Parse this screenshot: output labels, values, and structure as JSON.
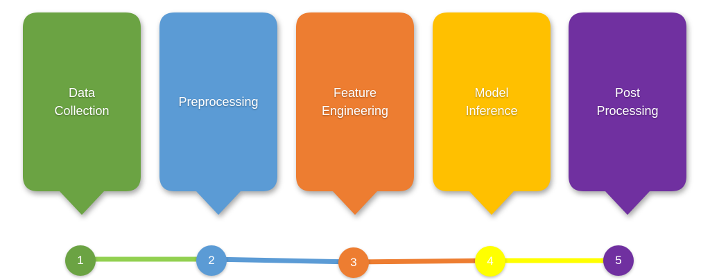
{
  "steps": [
    {
      "label": "Data\nCollection",
      "number": "1",
      "color": "#6ba343"
    },
    {
      "label": "Preprocessing",
      "number": "2",
      "color": "#5b9bd5"
    },
    {
      "label": "Feature\nEngineering",
      "number": "3",
      "color": "#ed7d31"
    },
    {
      "label": "Model\nInference",
      "number": "4",
      "color": "#ffc000"
    },
    {
      "label": "Post\nProcessing",
      "number": "5",
      "color": "#7030a0"
    }
  ],
  "node_colors": [
    "#6ba343",
    "#5b9bd5",
    "#ed7d31",
    "#ffff00",
    "#7030a0"
  ],
  "connector_colors": [
    "#92d050",
    "#5b9bd5",
    "#ed7d31",
    "#ffff00"
  ]
}
